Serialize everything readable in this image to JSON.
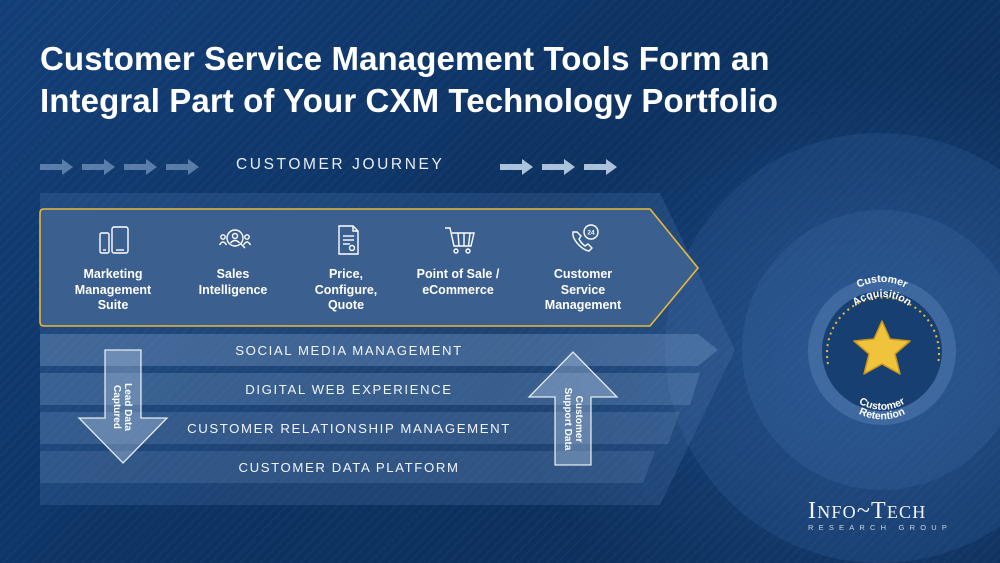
{
  "title": {
    "line1": "Customer Service Management Tools Form an",
    "line2": "Integral Part of Your CXM Technology Portfolio"
  },
  "journey": {
    "label": "CUSTOMER JOURNEY"
  },
  "tools": [
    {
      "label": "Marketing Management Suite",
      "lines": [
        "Marketing",
        "Management",
        "Suite"
      ],
      "icon": "devices-icon"
    },
    {
      "label": "Sales Intelligence",
      "lines": [
        "Sales",
        "Intelligence"
      ],
      "icon": "people-search-icon"
    },
    {
      "label": "Price, Configure, Quote",
      "lines": [
        "Price,",
        "Configure,",
        "Quote"
      ],
      "icon": "document-icon"
    },
    {
      "label": "Point of Sale / eCommerce",
      "lines": [
        "Point of Sale /",
        "eCommerce"
      ],
      "icon": "shopping-cart-icon"
    },
    {
      "label": "Customer Service Management",
      "lines": [
        "Customer",
        "Service",
        "Management"
      ],
      "icon": "phone-24-icon"
    }
  ],
  "layers": [
    {
      "label": "SOCIAL MEDIA MANAGEMENT"
    },
    {
      "label": "DIGITAL WEB EXPERIENCE"
    },
    {
      "label": "CUSTOMER RELATIONSHIP MANAGEMENT"
    },
    {
      "label": "CUSTOMER DATA PLATFORM"
    }
  ],
  "flows": {
    "down": {
      "line1": "Lead Data",
      "line2": "Captured"
    },
    "up": {
      "line1": "Customer",
      "line2": "Support Data"
    }
  },
  "cycle": {
    "top": "Customer Acquisition",
    "top_line1": "Customer",
    "top_line2": "Acquisition",
    "bottom": "Customer Retention",
    "bottom_line1": "Customer",
    "bottom_line2": "Retention",
    "icon": "star-icon"
  },
  "logo": {
    "main_part1": "I",
    "main_part2": "NFO",
    "main_part3": "~T",
    "main_part4": "ECH",
    "sub": "RESEARCH GROUP"
  },
  "colors": {
    "background": "#0e3566",
    "accent_gold": "#e8b93a",
    "star": "#f0c33c",
    "panel": "#3b5f8e"
  }
}
